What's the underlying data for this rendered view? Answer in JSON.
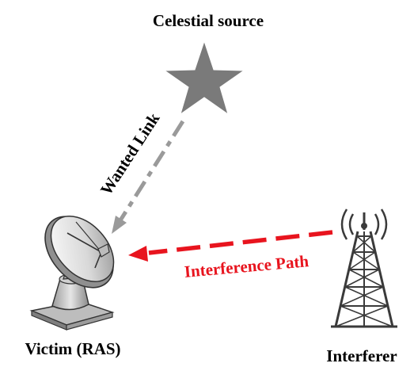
{
  "labels": {
    "source": "Celestial source",
    "wanted_link": "Wanted Link",
    "interference_path": "Interference Path",
    "victim": "Victim (RAS)",
    "interferer": "Interferer"
  },
  "colors": {
    "star": "#7a7a7a",
    "wanted_arrow": "#9a9a9a",
    "interference_arrow": "#e8141e",
    "text": "#000000",
    "interference_text": "#e8141e"
  },
  "icons": {
    "source": "star-icon",
    "victim": "radio-telescope-dish-icon",
    "interferer": "transmission-tower-icon"
  }
}
